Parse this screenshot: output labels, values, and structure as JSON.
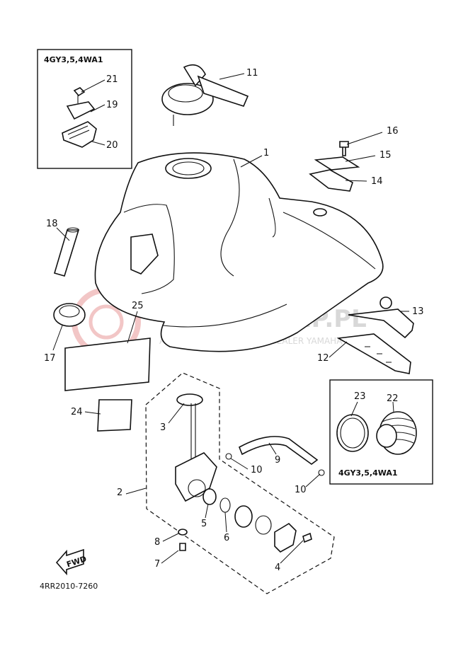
{
  "diagram": {
    "inset_box_labels": [
      "4GY3,5,4WA1",
      "4GY3,5,4WA1"
    ],
    "callouts": [
      "21",
      "19",
      "20",
      "11",
      "1",
      "16",
      "15",
      "14",
      "18",
      "13",
      "17",
      "25",
      "12",
      "24",
      "3",
      "23",
      "22",
      "9",
      "10",
      "10",
      "2",
      "5",
      "6",
      "8",
      "7",
      "4"
    ],
    "fwd_label": "FWD",
    "code": "4RR2010-7260",
    "watermark": "YAMA-SKLEP.PL",
    "watermark_sub": "ANDRZEJ STEFANOWICZ | DEALER YAMAHA",
    "colors": {
      "ink": "#111111",
      "watermark": "#d8d8d8",
      "watermark_logo": "#f2c6c6"
    }
  }
}
